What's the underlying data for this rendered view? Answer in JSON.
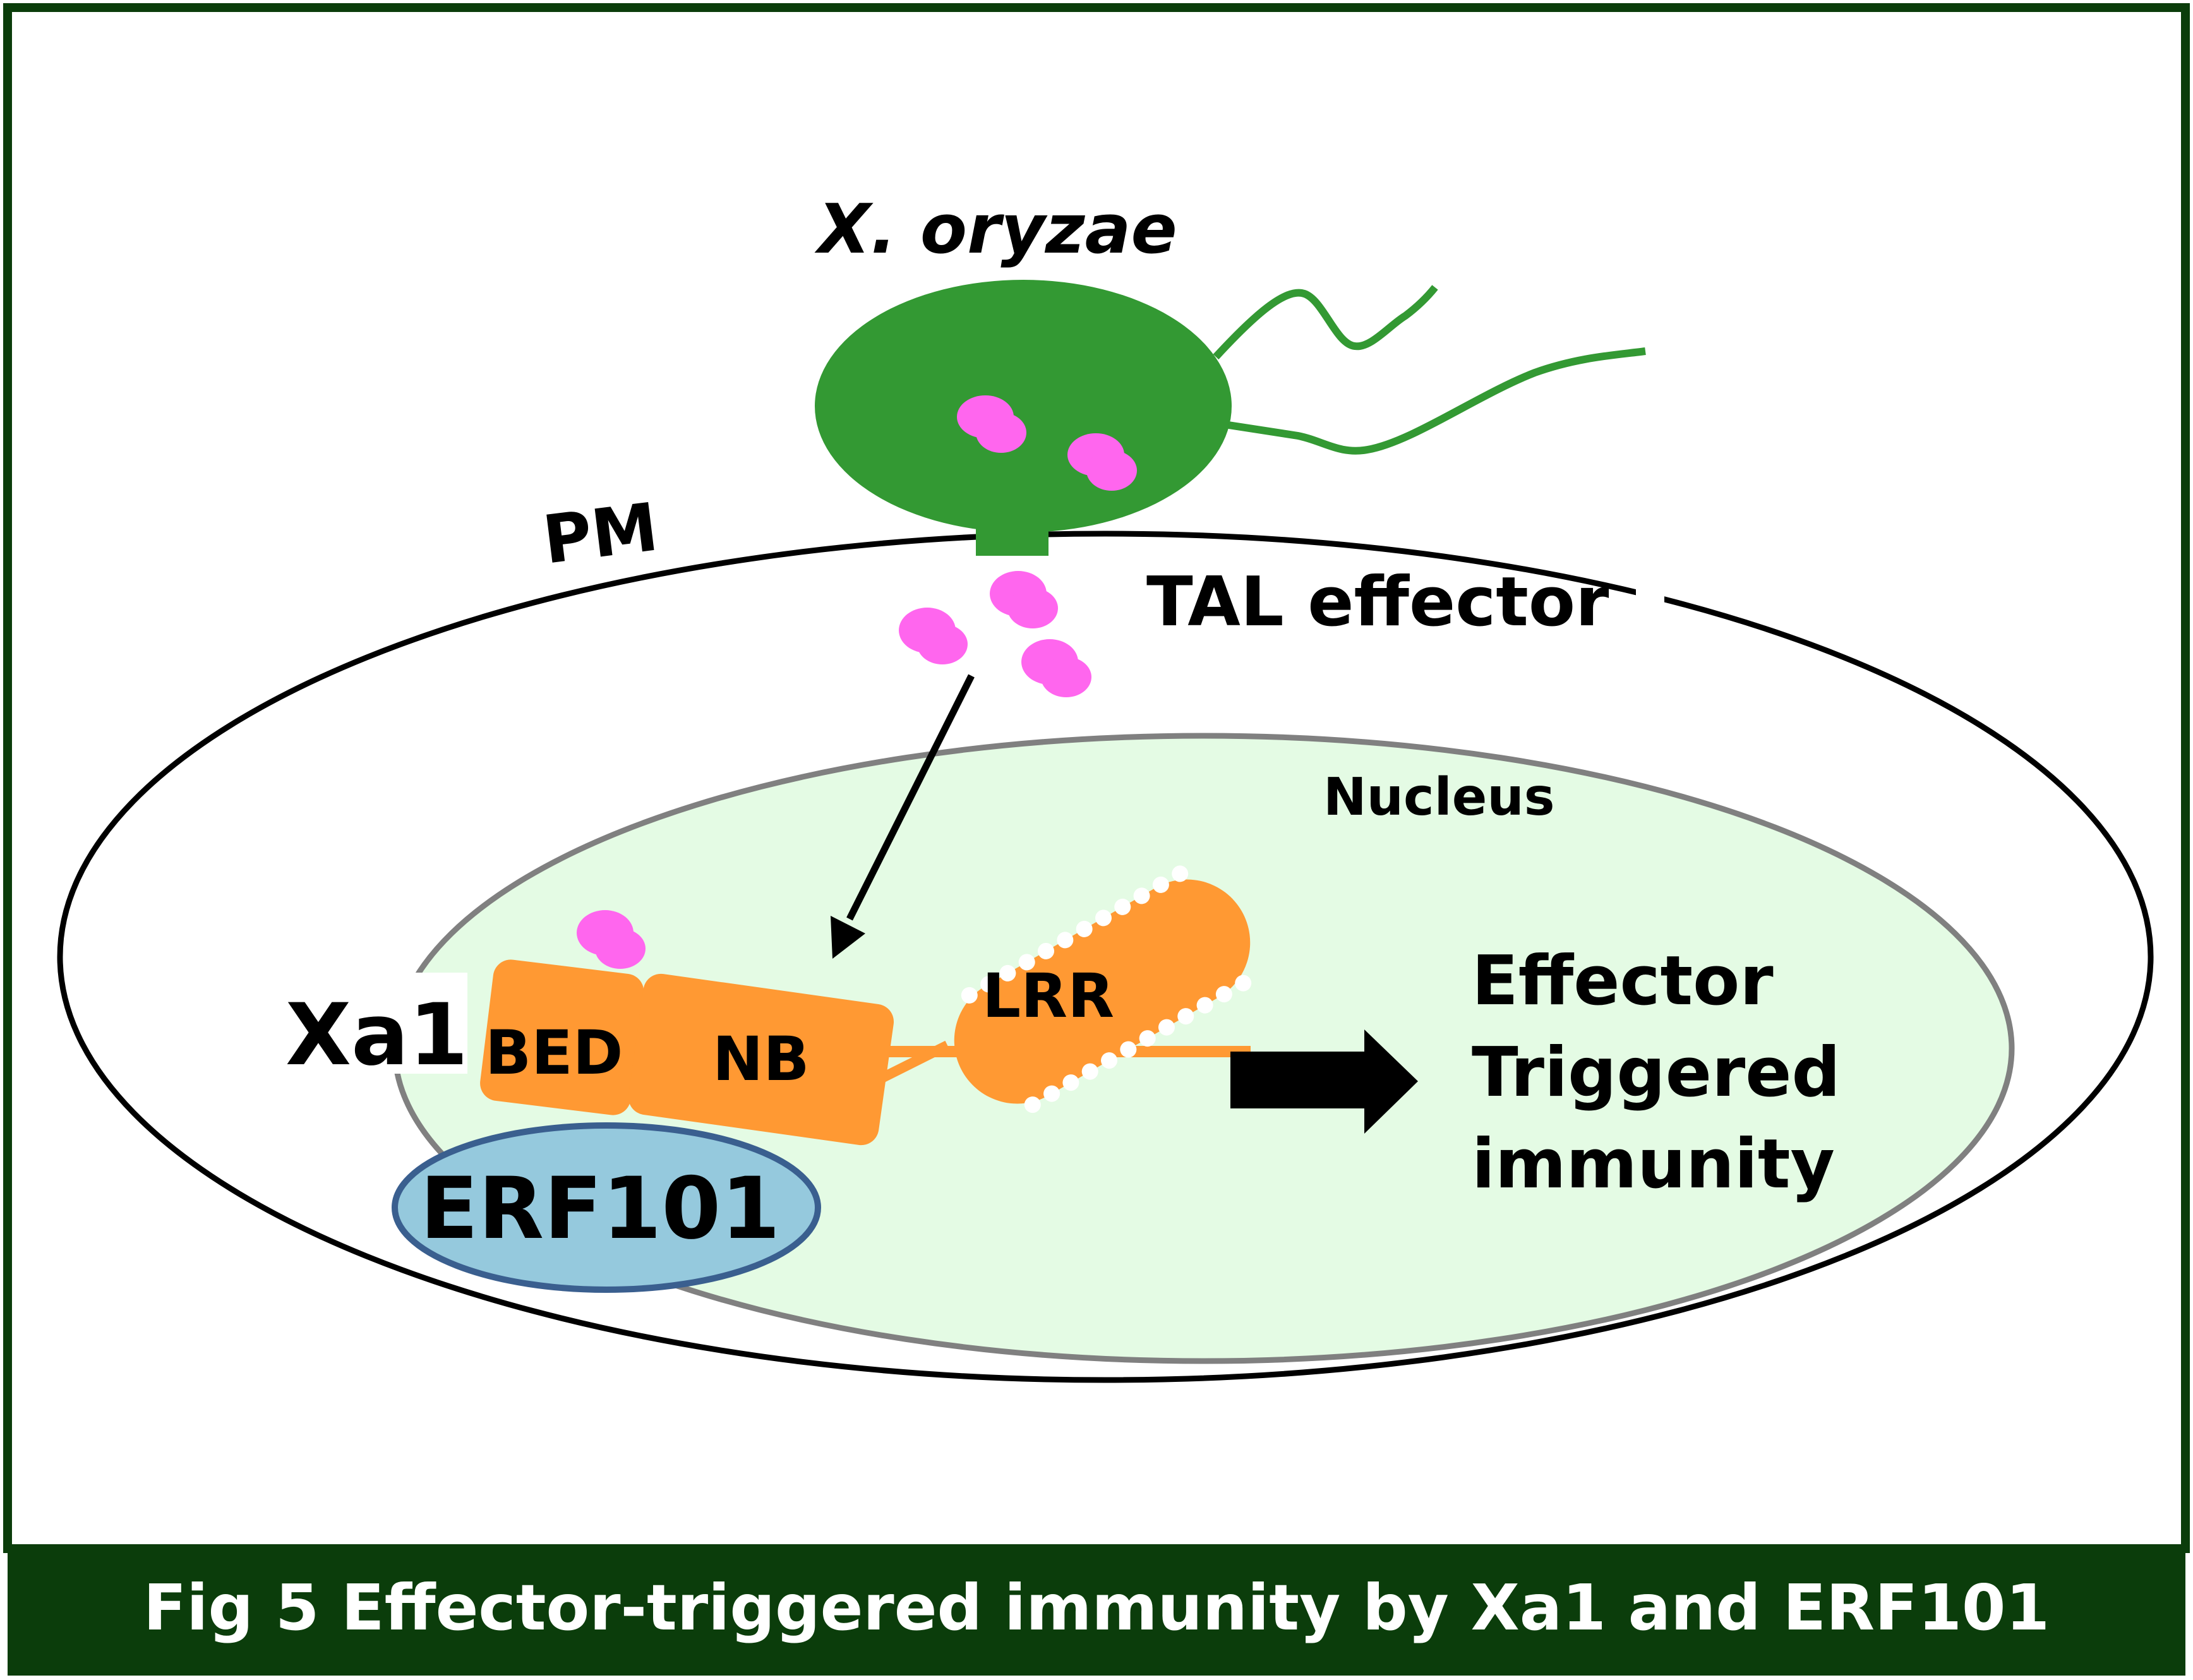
{
  "labels": {
    "organism": "X. oryzae",
    "pm": "PM",
    "tal_effector": "TAL effector",
    "nucleus": "Nucleus",
    "xa1": "Xa1",
    "bed": "BED",
    "nb": "NB",
    "lrr": "LRR",
    "erf101": "ERF101",
    "outcome_line1": "Effector",
    "outcome_line2": "Triggered",
    "outcome_line3": "immunity"
  },
  "caption": {
    "text": "Fig 5  Effector-triggered immunity by Xa1 and ERF101"
  },
  "colors": {
    "frame": "#0b3d0b",
    "bacterium": "#339933",
    "effector": "#ff66ee",
    "nucleus_fill": "#e4fbe4",
    "nucleus_stroke": "#808080",
    "protein": "#ff9933",
    "erf101_fill": "#95c9dd",
    "erf101_stroke": "#3a5f8f"
  }
}
